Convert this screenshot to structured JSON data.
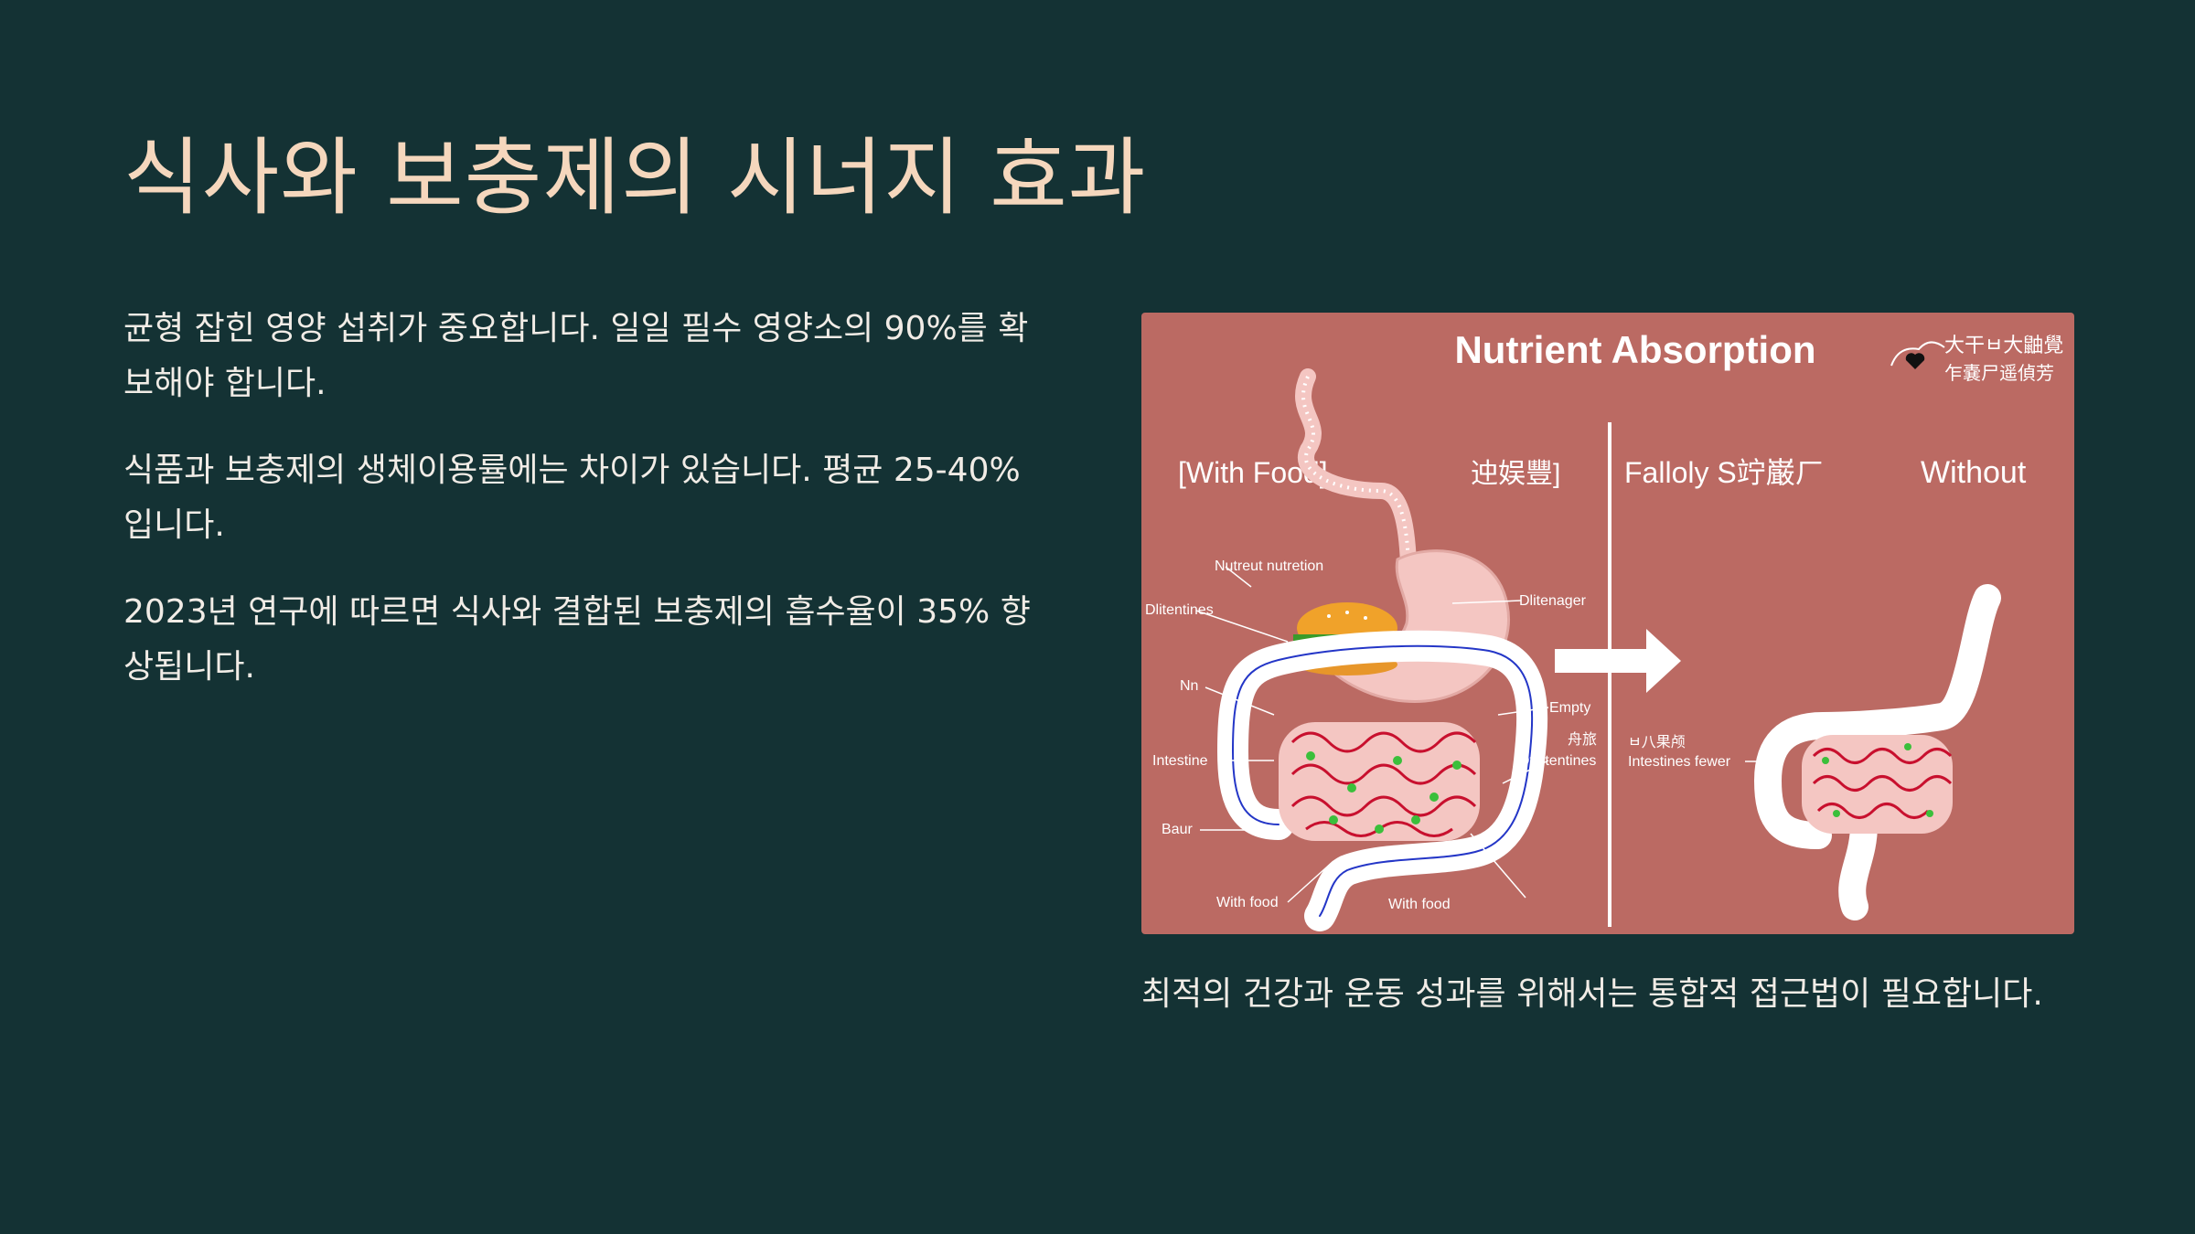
{
  "slide": {
    "title": "식사와 보충제의 시너지 효과",
    "paragraphs": [
      "균형 잡힌 영양 섭취가 중요합니다. 일일 필수 영양소의 90%를 확보해야 합니다.",
      "식품과 보충제의 생체이용률에는 차이가 있습니다. 평균 25-40% 입니다.",
      "2023년 연구에 따르면 식사와 결합된 보충제의 흡수율이 35% 향상됩니다."
    ],
    "caption": "최적의 건강과 운동 성과를 위해서는 통합적 접근법이 필요합니다."
  },
  "figure": {
    "title": "Nutrient Absorption",
    "logo_line1": "大干ㅂ大鼬覺",
    "logo_line2": "乍嚢尸遥偵芳",
    "header_left": "[With Food]",
    "header_mid_left": "迚娱豐]",
    "header_mid_right": "Falloly S竚巌ㄏ",
    "header_right": "Without",
    "labels": {
      "nutrient": "Nutreut nutretion",
      "dlitentines": "Dlitentines",
      "nn": "Nn",
      "intestine": "Intestine",
      "baur": "Baur",
      "with_food_left": "With food",
      "with_food_right": "With food",
      "dlitenager": "Dlitenager",
      "empty": "Empty",
      "cjk_small": "舟旅",
      "otintentines": "Otintentines",
      "cjk_right": "ㅂ八果颅",
      "intestines_fewer": "Intestines fewer"
    },
    "colors": {
      "background": "#bb6a63",
      "stomach": "#f4c6c2",
      "intestine_outline": "#2436c7",
      "villi": "#c8102e",
      "nutrient_dots": "#3bbf3b"
    }
  }
}
